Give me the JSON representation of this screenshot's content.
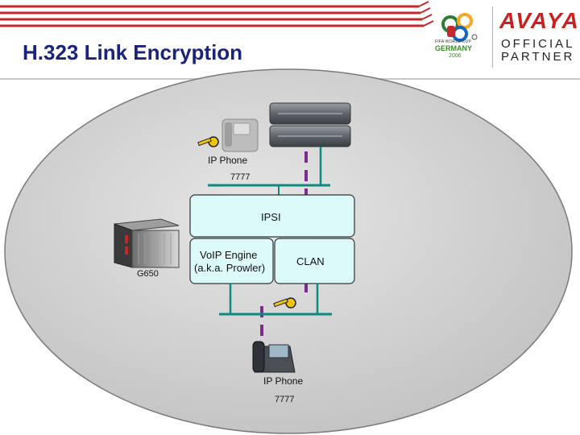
{
  "slide": {
    "title": "H.323 Link Encryption"
  },
  "logos": {
    "worldcup_small_text": "FIFA WORLD CUP",
    "worldcup_host": "GERMANY",
    "worldcup_year": "2006",
    "brand_name": "AVAYA",
    "partner_line1": "OFFICIAL",
    "partner_line2": "PARTNER"
  },
  "diagram": {
    "top_phone_label": "IP Phone",
    "top_phone_ext": "7777",
    "ipsi_label": "IPSI",
    "voip_engine_line1": "VoIP Engine",
    "voip_engine_line2": "(a.k.a. Prowler)",
    "clan_label": "CLAN",
    "gateway_label": "G650",
    "bottom_phone_label": "IP Phone",
    "bottom_phone_ext": "7777"
  },
  "colors": {
    "title": "#1a237e",
    "ellipse_fill": "#d6d6d6",
    "module_fill": "#dcfafa",
    "bus_line": "#0d8a7e",
    "encrypted_path": "#7b2d8e",
    "brand_red": "#cc1f1f"
  }
}
